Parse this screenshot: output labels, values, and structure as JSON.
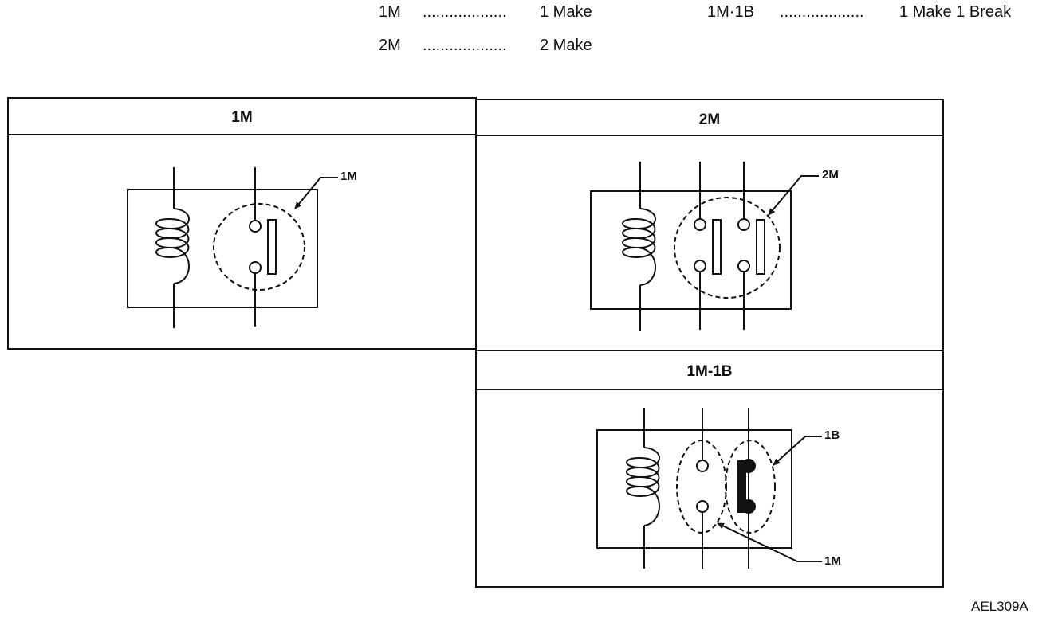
{
  "legend": {
    "row1_left_code": "1M",
    "row1_left_dots": "...................",
    "row1_left_desc": "1 Make",
    "row1_right_code": "1M·1B",
    "row1_right_dots": "...................",
    "row1_right_desc": "1 Make 1 Break",
    "row2_code": "2M",
    "row2_dots": "...................",
    "row2_desc": "2 Make"
  },
  "panels": {
    "p1_title": "1M",
    "p1_callout": "1M",
    "p2_title": "2M",
    "p2_callout": "2M",
    "p3_title": "1M-1B",
    "p3_callout_top": "1B",
    "p3_callout_bottom": "1M"
  },
  "figure_id": "AEL309A"
}
